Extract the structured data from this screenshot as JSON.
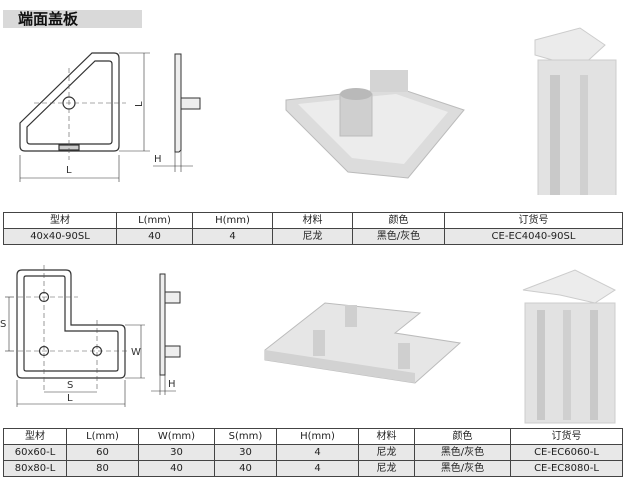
{
  "section_title": "端面盖板",
  "product1": {
    "labels": {
      "L": "L",
      "H": "H"
    },
    "table": {
      "headers": [
        "型材",
        "L(mm)",
        "H(mm)",
        "材料",
        "颜色",
        "订货号"
      ],
      "rows": [
        [
          "40x40-90SL",
          "40",
          "4",
          "尼龙",
          "黑色/灰色",
          "CE-EC4040-90SL"
        ]
      ]
    }
  },
  "product2": {
    "labels": {
      "L": "L",
      "W": "W",
      "S": "S",
      "H": "H"
    },
    "table": {
      "headers": [
        "型材",
        "L(mm)",
        "W(mm)",
        "S(mm)",
        "H(mm)",
        "材料",
        "颜色",
        "订货号"
      ],
      "rows": [
        [
          "60x60-L",
          "60",
          "30",
          "30",
          "4",
          "尼龙",
          "黑色/灰色",
          "CE-EC6060-L"
        ],
        [
          "80x80-L",
          "80",
          "40",
          "40",
          "4",
          "尼龙",
          "黑色/灰色",
          "CE-EC8080-L"
        ]
      ]
    }
  }
}
